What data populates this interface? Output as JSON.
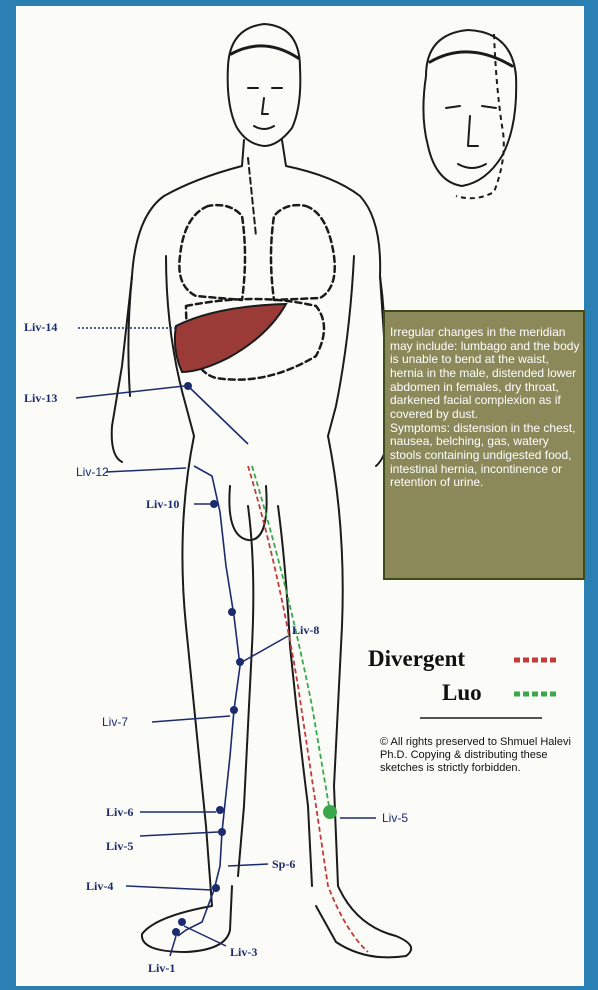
{
  "labels": {
    "liv14": "Liv-14",
    "liv13": "Liv-13",
    "liv12": "Liv-12",
    "liv10": "Liv-10",
    "liv8": "Liv-8",
    "liv7": "Liv-7",
    "liv6": "Liv-6",
    "liv5_left": "Liv-5",
    "liv5_right": "Liv-5",
    "sp6": "Sp-6",
    "liv4": "Liv-4",
    "liv3": "Liv-3",
    "liv1": "Liv-1"
  },
  "info_box": {
    "paragraph1": "Irregular changes in the meridian may include: lumbago and the body is unable to bend at the waist, hernia in the male, distended lower abdomen in females, dry throat, darkened facial complexion as if covered by dust.",
    "paragraph2": "Symptoms: distension in the chest, nausea, belching, gas, watery stools containing undigested food, intestinal hernia, incontinence or retention of urine."
  },
  "legend": {
    "divergent": "Divergent",
    "luo": "Luo"
  },
  "copyright": "© All rights preserved to Shmuel Halevi Ph.D. Copying & distributing these sketches is strictly forbidden.",
  "colors": {
    "background_frame": "#2a7fb3",
    "liver_fill": "#9b3b38",
    "info_box_bg": "#8b8859",
    "info_box_border": "#3f4a1b",
    "divergent_line": "#c23a3a",
    "luo_line": "#3aa84a",
    "point_color": "#1c2a6e"
  }
}
